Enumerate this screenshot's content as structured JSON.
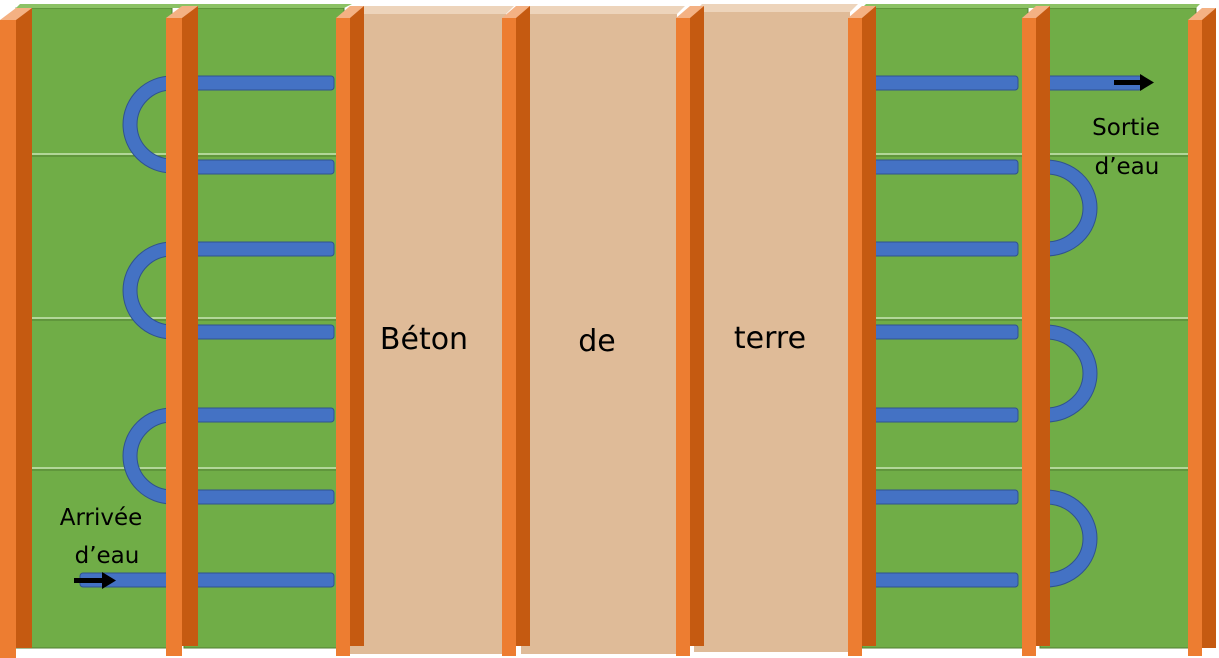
{
  "labels": {
    "center_word_1": "Béton",
    "center_word_2": "de",
    "center_word_3": "terre",
    "inlet_line_1": "Arrivée",
    "inlet_line_2": "d’eau",
    "outlet_line_1": "Sortie",
    "outlet_line_2": "d’eau"
  },
  "colors": {
    "insulation_green": "#70AD47",
    "insulation_edge": "#507E32",
    "stud_orange": "#ED7D31",
    "stud_light": "#F4B183",
    "stud_dark": "#C55A11",
    "earth_concrete": "#DFBB98",
    "earth_concrete_light": "#EDD4BB",
    "pipe_blue": "#4472C4",
    "pipe_outline": "#2F528F",
    "arrow": "#000000",
    "text": "#000000"
  }
}
